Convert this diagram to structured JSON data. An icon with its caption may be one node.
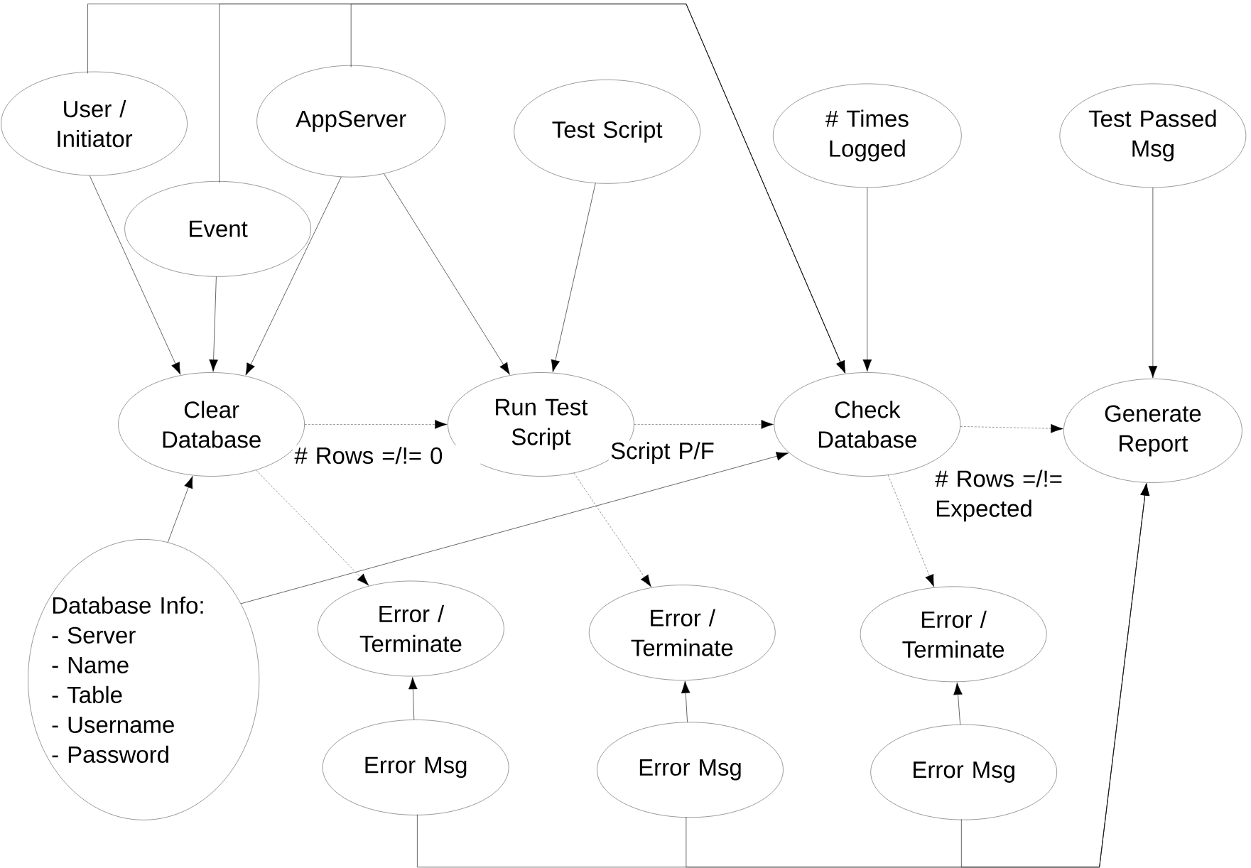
{
  "diagram": {
    "nodes": [
      {
        "text": [
          "User / Initiator"
        ]
      },
      {
        "text": [
          "Event"
        ]
      },
      {
        "text": [
          "AppServer"
        ]
      },
      {
        "text": [
          "Test Script"
        ]
      },
      {
        "text": [
          "# Times Logged"
        ]
      },
      {
        "text": [
          "Test Passed Msg"
        ]
      },
      {
        "text": [
          "Clear Database"
        ]
      },
      {
        "text": [
          "Run Test Script"
        ]
      },
      {
        "text": [
          "Check Database"
        ]
      },
      {
        "text": [
          "Generate Report"
        ]
      },
      {
        "text": [
          "Database Info:",
          "- Server",
          "- Name",
          "- Table",
          "- Username",
          "- Password"
        ]
      },
      {
        "text": [
          "Error / Terminate"
        ]
      },
      {
        "text": [
          "Error / Terminate"
        ]
      },
      {
        "text": [
          "Error / Terminate"
        ]
      },
      {
        "text": [
          "Error Msg"
        ]
      },
      {
        "text": [
          "Error Msg"
        ]
      },
      {
        "text": [
          "Error Msg"
        ]
      }
    ],
    "edges": [
      {
        "from": 0,
        "to": 8,
        "arrow": "to"
      },
      {
        "from": 1,
        "to": 8,
        "arrow": "to"
      },
      {
        "from": 2,
        "to": 8,
        "arrow": "to"
      },
      {
        "from": 0,
        "to": 6,
        "arrow": "to"
      },
      {
        "from": 1,
        "to": 6,
        "arrow": "to"
      },
      {
        "from": 2,
        "to": 6,
        "arrow": "to"
      },
      {
        "from": 2,
        "to": 7,
        "arrow": "to"
      },
      {
        "from": 3,
        "to": 7,
        "arrow": "to"
      },
      {
        "from": 4,
        "to": 8,
        "arrow": "to"
      },
      {
        "from": 5,
        "to": 9,
        "arrow": "to"
      },
      {
        "from": 6,
        "to": 7,
        "arrow": "to",
        "style": "dashed",
        "label": "# Rows =/!= 0"
      },
      {
        "from": 7,
        "to": 8,
        "arrow": "to",
        "style": "dashed",
        "label": "Script P/F"
      },
      {
        "from": 8,
        "to": 9,
        "arrow": "to",
        "style": "dashed",
        "label": "# Rows =/!= Expected"
      },
      {
        "from": 6,
        "to": 11,
        "arrow": "to",
        "style": "dashed"
      },
      {
        "from": 7,
        "to": 12,
        "arrow": "to",
        "style": "dashed"
      },
      {
        "from": 8,
        "to": 13,
        "arrow": "to",
        "style": "dashed"
      },
      {
        "from": 10,
        "to": 6,
        "arrow": "to"
      },
      {
        "from": 10,
        "to": 8,
        "arrow": "to"
      },
      {
        "from": 14,
        "to": 11,
        "arrow": "to"
      },
      {
        "from": 15,
        "to": 12,
        "arrow": "to"
      },
      {
        "from": 16,
        "to": 13,
        "arrow": "to"
      },
      {
        "from": 14,
        "to": 9,
        "arrow": "to"
      },
      {
        "from": 15,
        "to": 9,
        "arrow": "to"
      },
      {
        "from": 16,
        "to": 9,
        "arrow": "to"
      }
    ]
  }
}
